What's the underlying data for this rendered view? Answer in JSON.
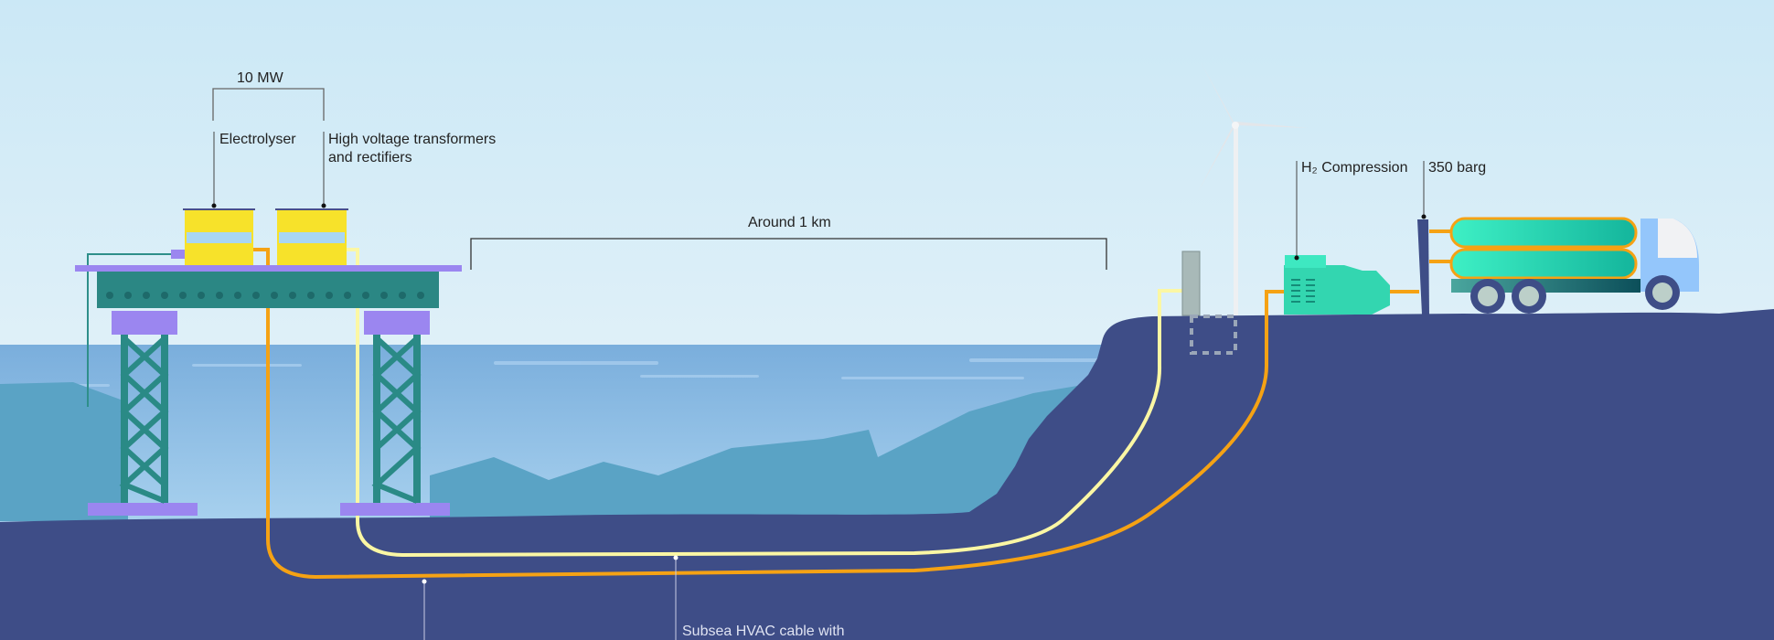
{
  "labels": {
    "power": "10 MW",
    "electrolyser": "Electrolyser",
    "transformers_line1": "High voltage transformers",
    "transformers_line2": "and rectifiers",
    "distance": "Around 1 km",
    "compression": "H₂ Compression",
    "pressure": "350 barg",
    "cable": "Subsea HVAC cable with"
  },
  "colors": {
    "sky": "#cfe9f6",
    "sea": "#8ab9e2",
    "seabed": "#3e4d87",
    "hydrogen_pipe": "#f5a214",
    "power_cable": "#fbf7a4",
    "equipment_yellow": "#f7e22a",
    "teal": "#2e8f8a",
    "mint": "#3ee8c1",
    "purple": "#9b86f0"
  }
}
